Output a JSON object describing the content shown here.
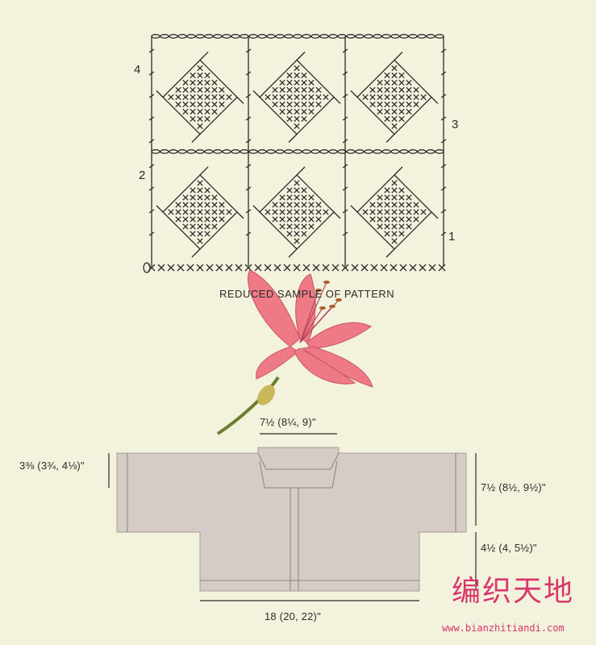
{
  "chart": {
    "row_labels": {
      "r1": "1",
      "r2": "2",
      "r3": "3",
      "r4": "4"
    },
    "caption": "REDUCED SAMPLE OF PATTERN",
    "cells": 6
  },
  "schematic": {
    "neck_width": "7½ (8¼, 9)\"",
    "sleeve_height": "3⅜ (3¾, 4⅛)\"",
    "armhole_depth": "7½ (8½, 9½)\"",
    "side_length": "4½ (4, 5½)\"",
    "body_width": "18 (20, 22)\""
  },
  "watermark": {
    "chinese": "编织天地",
    "url": "www.bianzhitiandi.com"
  },
  "colors": {
    "background": "#f3f2dd",
    "garment_fill": "#d6ccc7",
    "ink": "#2a2a2a",
    "watermark": "#d9366b",
    "lily": "#ee7a86"
  }
}
